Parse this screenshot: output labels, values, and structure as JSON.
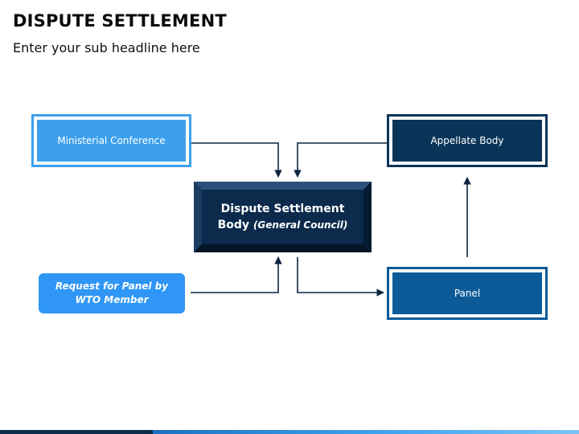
{
  "header": {
    "title": "DISPUTE SETTLEMENT",
    "subtitle": "Enter your sub headline here"
  },
  "nodes": {
    "ministerial": "Ministerial Conference",
    "appellate": "Appellate Body",
    "dsb_line1": "Dispute Settlement",
    "dsb_line2_main": "Body",
    "dsb_line2_italic": "(General Council)",
    "request": "Request for Panel by WTO Member",
    "panel": "Panel"
  },
  "colors": {
    "light_blue": "#3da0ec",
    "dark_navy": "#0b3558",
    "mid_blue": "#0c5a98",
    "request_blue": "#2f96f5",
    "center_navy": "#0b2a4c",
    "connector": "#0b2540"
  }
}
